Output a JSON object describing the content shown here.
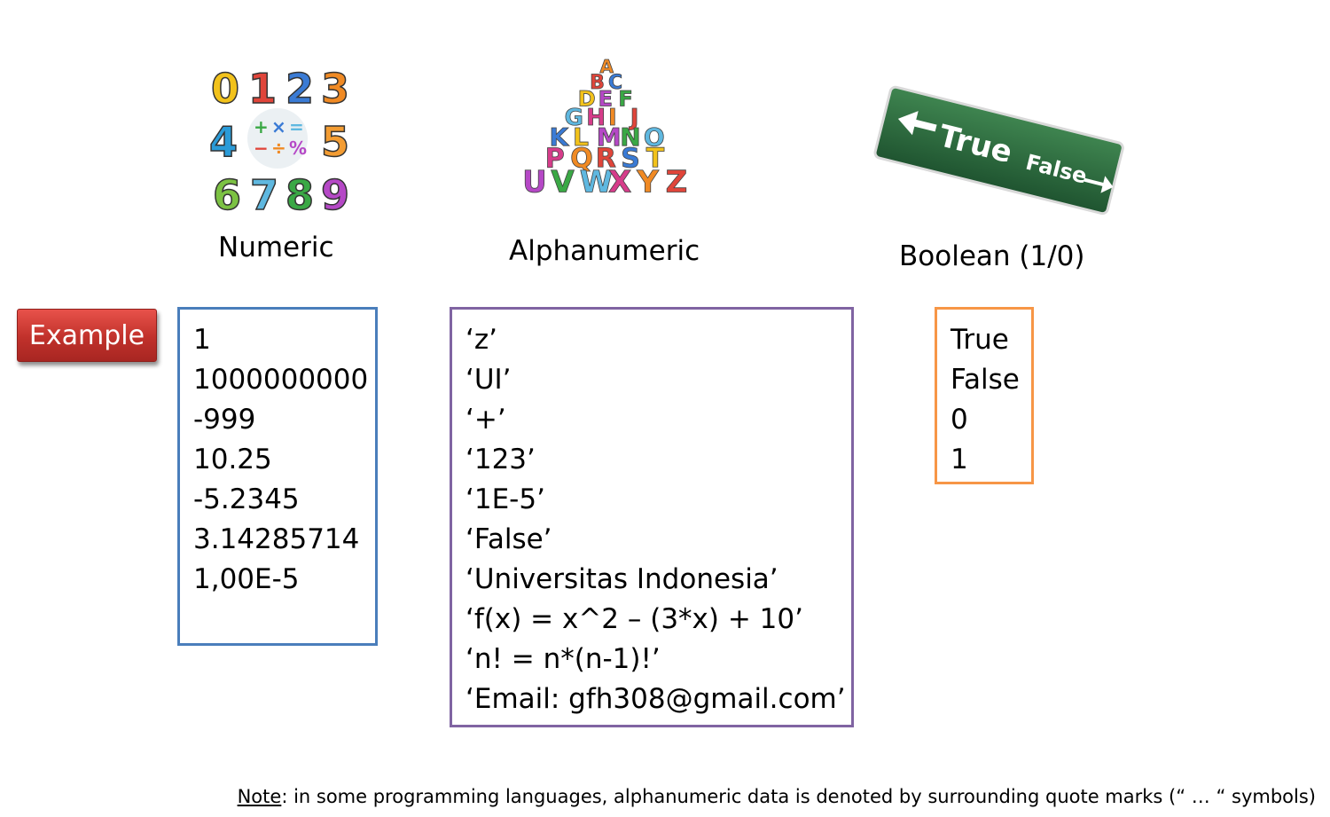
{
  "categories": {
    "numeric": {
      "label": "Numeric",
      "icon": "numbers-cartoon-icon"
    },
    "alphanumeric": {
      "label": "Alphanumeric",
      "icon": "alphabet-pyramid-icon"
    },
    "boolean": {
      "label": "Boolean (1/0)",
      "icon": "true-false-sign-icon"
    }
  },
  "illustrations": {
    "numbers_glyphs": [
      "0",
      "1",
      "2",
      "3",
      "4",
      "5",
      "6",
      "7",
      "8",
      "9"
    ],
    "operators": [
      "+",
      "×",
      "=",
      "−",
      "÷",
      "%"
    ],
    "letters_rows": [
      [
        "A"
      ],
      [
        "B",
        "C"
      ],
      [
        "D",
        "E",
        "F"
      ],
      [
        "G",
        "H",
        "I",
        "J"
      ],
      [
        "K",
        "L",
        "M",
        "N",
        "O"
      ],
      [
        "P",
        "Q",
        "R",
        "S",
        "T"
      ],
      [
        "U",
        "V",
        "W",
        "X",
        "Y",
        "Z"
      ]
    ],
    "sign": {
      "left_text": "True",
      "right_text": "False",
      "color": "#2e6b3a"
    }
  },
  "example_button": {
    "label": "Example",
    "color": "#c0312b"
  },
  "examples": {
    "numeric": [
      "1",
      "1000000000",
      "-999",
      "10.25",
      "-5.2345",
      "3.14285714",
      "1,00E-5"
    ],
    "alphanumeric": [
      "‘z’",
      "‘UI’",
      "‘+’",
      "‘123’",
      "‘1E-5’",
      "‘False’",
      "‘Universitas Indonesia’",
      "‘f(x) = x^2 – (3*x) + 10’",
      "‘n! = n*(n-1)!’",
      "‘Email: gfh308@gmail.com’"
    ],
    "boolean": [
      "True",
      "False",
      "0",
      "1"
    ]
  },
  "box_colors": {
    "numeric": "#4a7ebb",
    "alphanumeric": "#8064a2",
    "boolean": "#f79646"
  },
  "note": {
    "prefix": "Note",
    "text": ": in some programming languages, alphanumeric data is denoted by surrounding quote marks (“ … “ symbols)"
  }
}
